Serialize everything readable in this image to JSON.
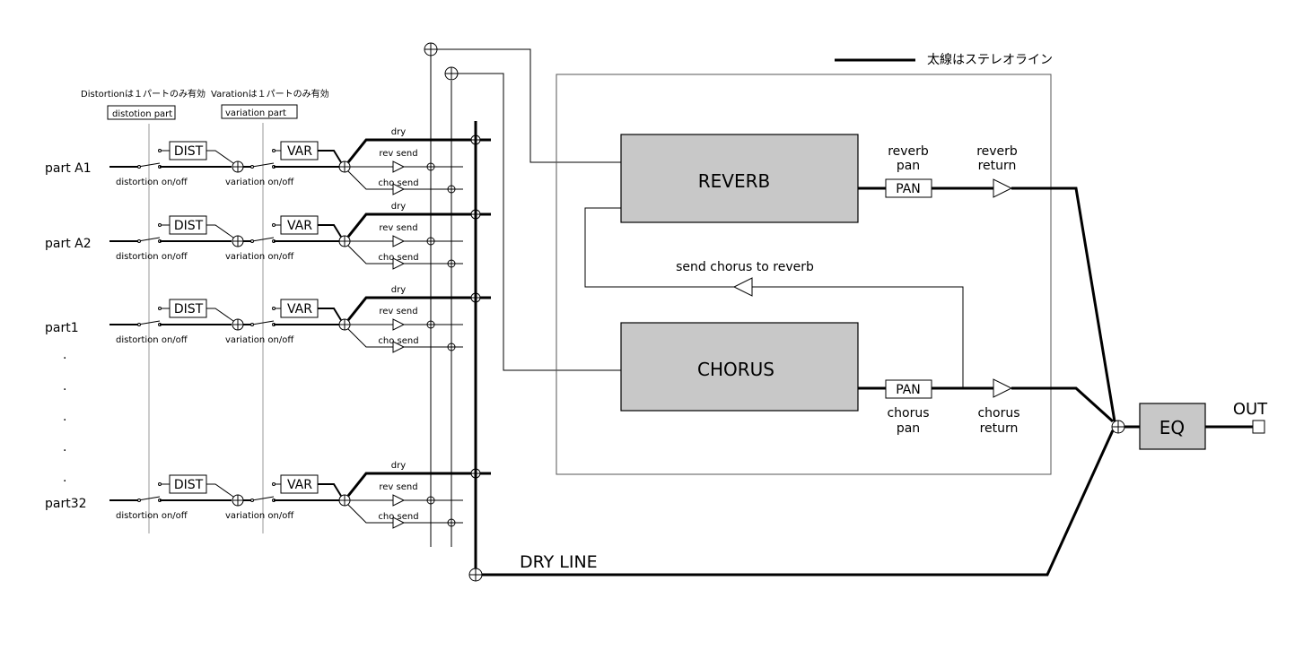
{
  "legend": {
    "text": "太線はステレオライン"
  },
  "notes": {
    "distortion": "Distortionは１パートのみ有効",
    "variation": "Varationは１パートのみ有効",
    "distortion_box": "distotion part",
    "variation_box": "variation  part"
  },
  "parts": [
    {
      "label": "part A1"
    },
    {
      "label": "part A2"
    },
    {
      "label": "part1"
    },
    {
      "label": "part32"
    }
  ],
  "dots": [
    ".",
    ".",
    ".",
    ".",
    "."
  ],
  "strip": {
    "dist": "DIST",
    "var": "VAR",
    "dist_switch": "distortion on/off",
    "var_switch": "variation on/off",
    "dry": "dry",
    "rev_send": "rev send",
    "cho_send": "cho send"
  },
  "effects": {
    "reverb": "REVERB",
    "chorus": "CHORUS",
    "pan": "PAN",
    "reverb_pan_1": "reverb",
    "reverb_pan_2": "pan",
    "reverb_return_1": "reverb",
    "reverb_return_2": "return",
    "chorus_pan_1": "chorus",
    "chorus_pan_2": "pan",
    "chorus_return_1": "chorus",
    "chorus_return_2": "return",
    "send_chorus_to_reverb": "send chorus to reverb"
  },
  "output": {
    "eq": "EQ",
    "out": "OUT",
    "dry_line": "DRY LINE"
  }
}
